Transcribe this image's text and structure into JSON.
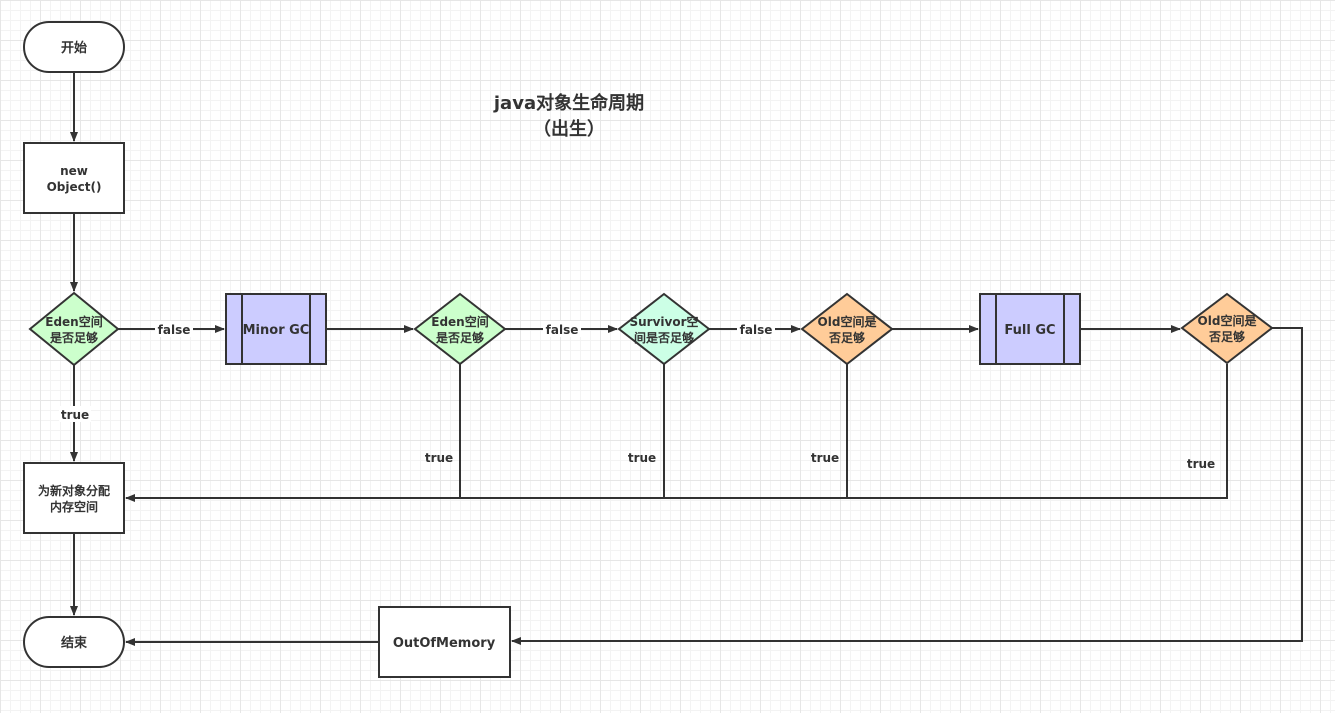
{
  "title": {
    "line1": "java对象生命周期",
    "line2": "（出生）"
  },
  "nodes": {
    "start": "开始",
    "new_object": [
      "new",
      "Object()"
    ],
    "eden_check_1": [
      "Eden空间",
      "是否足够"
    ],
    "minor_gc": "Minor GC",
    "eden_check_2": [
      "Eden空间",
      "是否足够"
    ],
    "survivor_check": [
      "Survivor空",
      "间是否足够"
    ],
    "old_check_1": [
      "Old空间是",
      "否足够"
    ],
    "full_gc": "Full GC",
    "old_check_2": [
      "Old空间是",
      "否足够"
    ],
    "allocate": [
      "为新对象分配",
      "内存空间"
    ],
    "end": "结束",
    "out_of_memory": "OutOfMemory"
  },
  "edge_labels": {
    "eden1_false": "false",
    "eden1_true": "true",
    "eden2_false": "false",
    "eden2_true": "true",
    "survivor_false": "false",
    "survivor_true": "true",
    "old1_true": "true",
    "old2_true": "true"
  },
  "colors": {
    "green_diamond": "#ccffcc",
    "mint_diamond": "#ccffe6",
    "orange_diamond": "#ffcc99",
    "process_purple": "#ccccff",
    "stroke": "#333333"
  }
}
